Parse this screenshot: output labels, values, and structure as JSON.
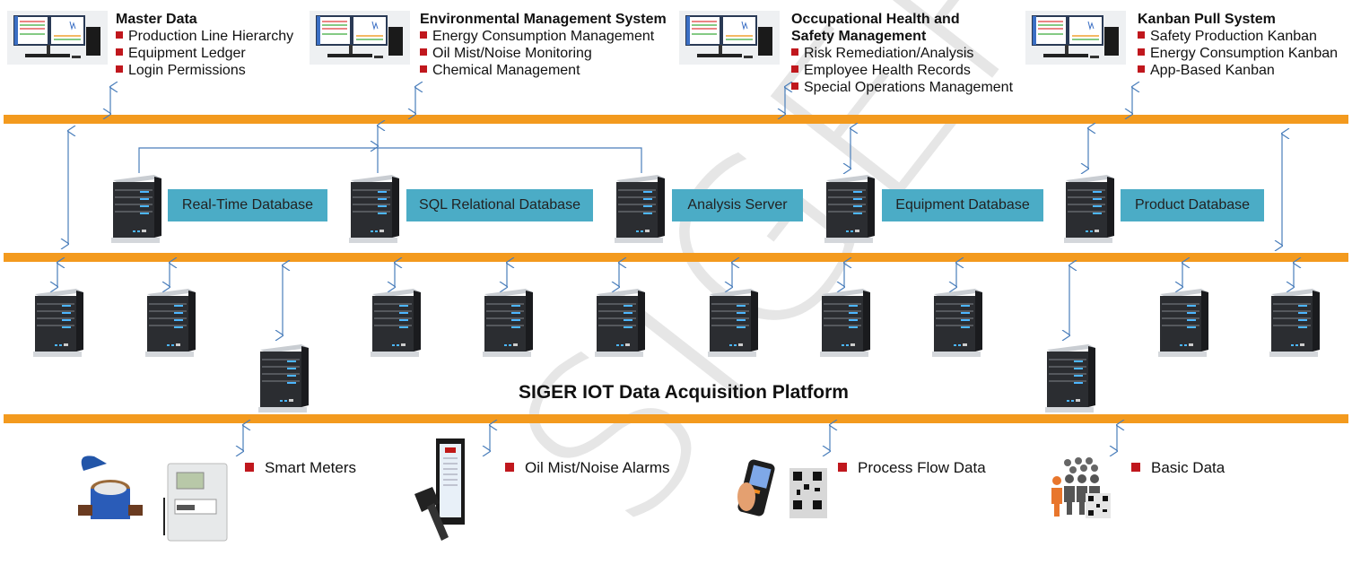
{
  "watermark": "SIGER",
  "applications": [
    {
      "title": "Master Data",
      "items": [
        "Production Line Hierarchy",
        "Equipment Ledger",
        "Login Permissions"
      ]
    },
    {
      "title": "Environmental Management System",
      "items": [
        "Energy Consumption Management",
        "Oil Mist/Noise Monitoring",
        "Chemical Management"
      ]
    },
    {
      "title_lines": [
        "Occupational Health and",
        "Safety Management"
      ],
      "items": [
        "Risk Remediation/Analysis",
        "Employee Health Records",
        "Special Operations Management"
      ]
    },
    {
      "title": "Kanban Pull System",
      "items": [
        "Safety Production Kanban",
        "Energy Consumption Kanban",
        "App-Based Kanban"
      ]
    }
  ],
  "databases": [
    {
      "label": "Real-Time Database"
    },
    {
      "label": "SQL Relational Database"
    },
    {
      "label": "Analysis Server"
    },
    {
      "label": "Equipment Database"
    },
    {
      "label": "Product Database"
    }
  ],
  "platform": {
    "title": "SIGER IOT Data Acquisition Platform",
    "server_count": 12
  },
  "devices": [
    {
      "label": "Smart Meters",
      "icon": "smart-meter-icon"
    },
    {
      "label": "Oil Mist/Noise Alarms",
      "icon": "alarm-device-icon"
    },
    {
      "label": "Process Flow Data",
      "icon": "barcode-scanner-icon"
    },
    {
      "label": "Basic Data",
      "icon": "people-qr-icon"
    }
  ],
  "colors": {
    "bus": "#f39a1e",
    "db_label": "#4bacc6",
    "bullet": "#c0171d",
    "arrow": "#4a7ebb"
  }
}
